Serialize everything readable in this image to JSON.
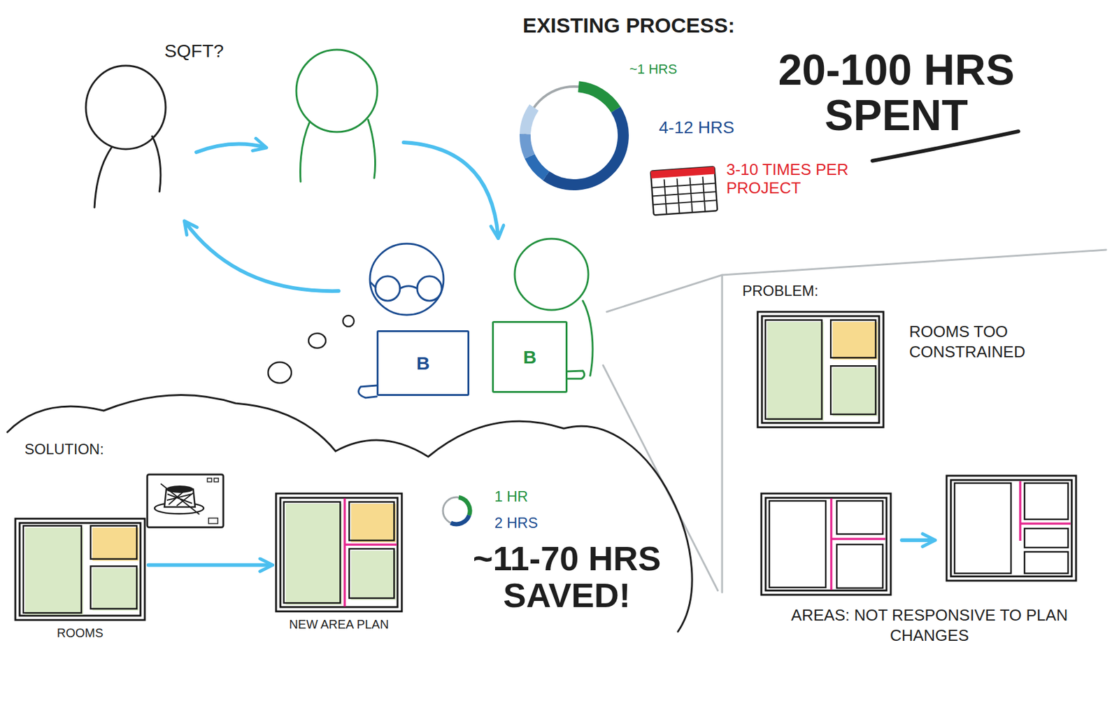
{
  "diagram": {
    "nodes": [
      {
        "text": [
          "B"
        ]
      },
      {
        "text": [
          "B"
        ]
      },
      {
        "text": [
          "PROBLEM:"
        ]
      },
      {
        "text": [
          "ROOMS TOO CONSTRAINED"
        ],
        "in": 2
      },
      {
        "text": [
          "SOLUTION:"
        ]
      },
      {
        "text": [
          "ROOMS"
        ],
        "in": 4
      },
      {
        "text": [
          "NEW AREA PLAN"
        ],
        "in": 4
      }
    ],
    "edges": [
      {
        "from": 5,
        "to": 6,
        "arrow": "to"
      }
    ],
    "labels": [
      "SQFT?",
      "EXISTING PROCESS:",
      "~1 HRS",
      "20-100 HRS SPENT",
      "4-12 HRS",
      "3-10 TIMES PER PROJECT",
      "1 HR",
      "2 HRS",
      "~11-70 HRS SAVED!",
      "AREAS: NOT RESPONSIVE TO PLAN CHANGES"
    ]
  }
}
